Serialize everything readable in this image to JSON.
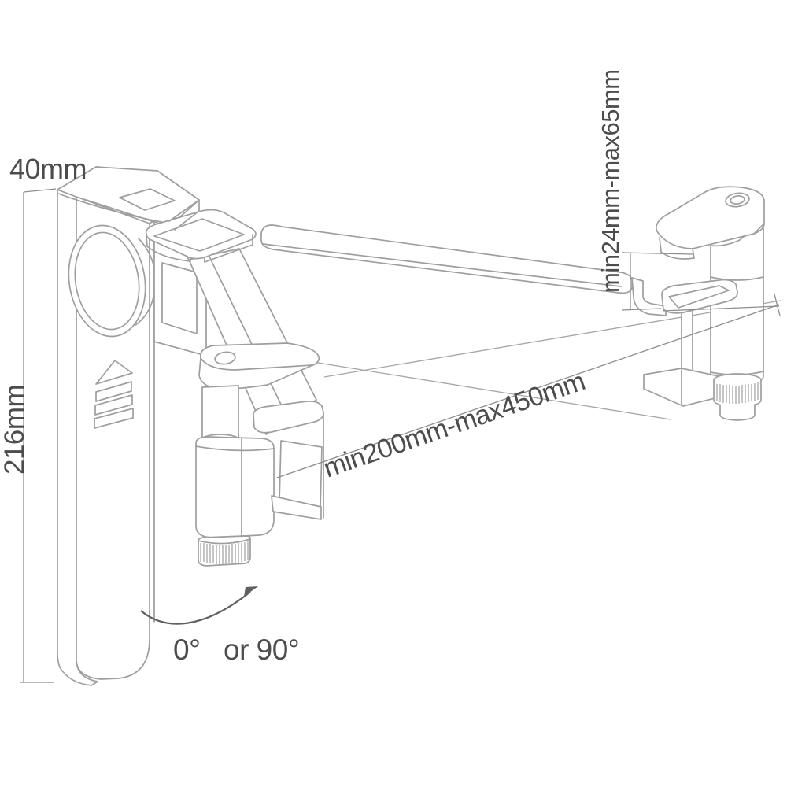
{
  "diagram": {
    "title": "tablet-clamp-wall-mount-dimension-drawing",
    "background_color": "#ffffff",
    "line_color": "#9e9e9e",
    "dimension_line_color": "#8d8d8d",
    "text_color": "#4c4c4c",
    "annotations": {
      "bracket_width": "40mm",
      "bracket_height": "216mm",
      "clamp_opening_range": "min24mm-max65mm",
      "arm_extension_range": "min200mm-max450mm",
      "rotation_prefix": "0°",
      "rotation_suffix": "or 90°"
    },
    "parts": [
      "wall-mount-plate",
      "mounting-hole-boss",
      "release-arrow-icon",
      "slide-bracket",
      "pivot-head",
      "support-strut",
      "extension-rail",
      "left-clamp",
      "right-clamp",
      "knurled-knob-left",
      "knurled-knob-right",
      "rotation-arrow-icon"
    ]
  }
}
